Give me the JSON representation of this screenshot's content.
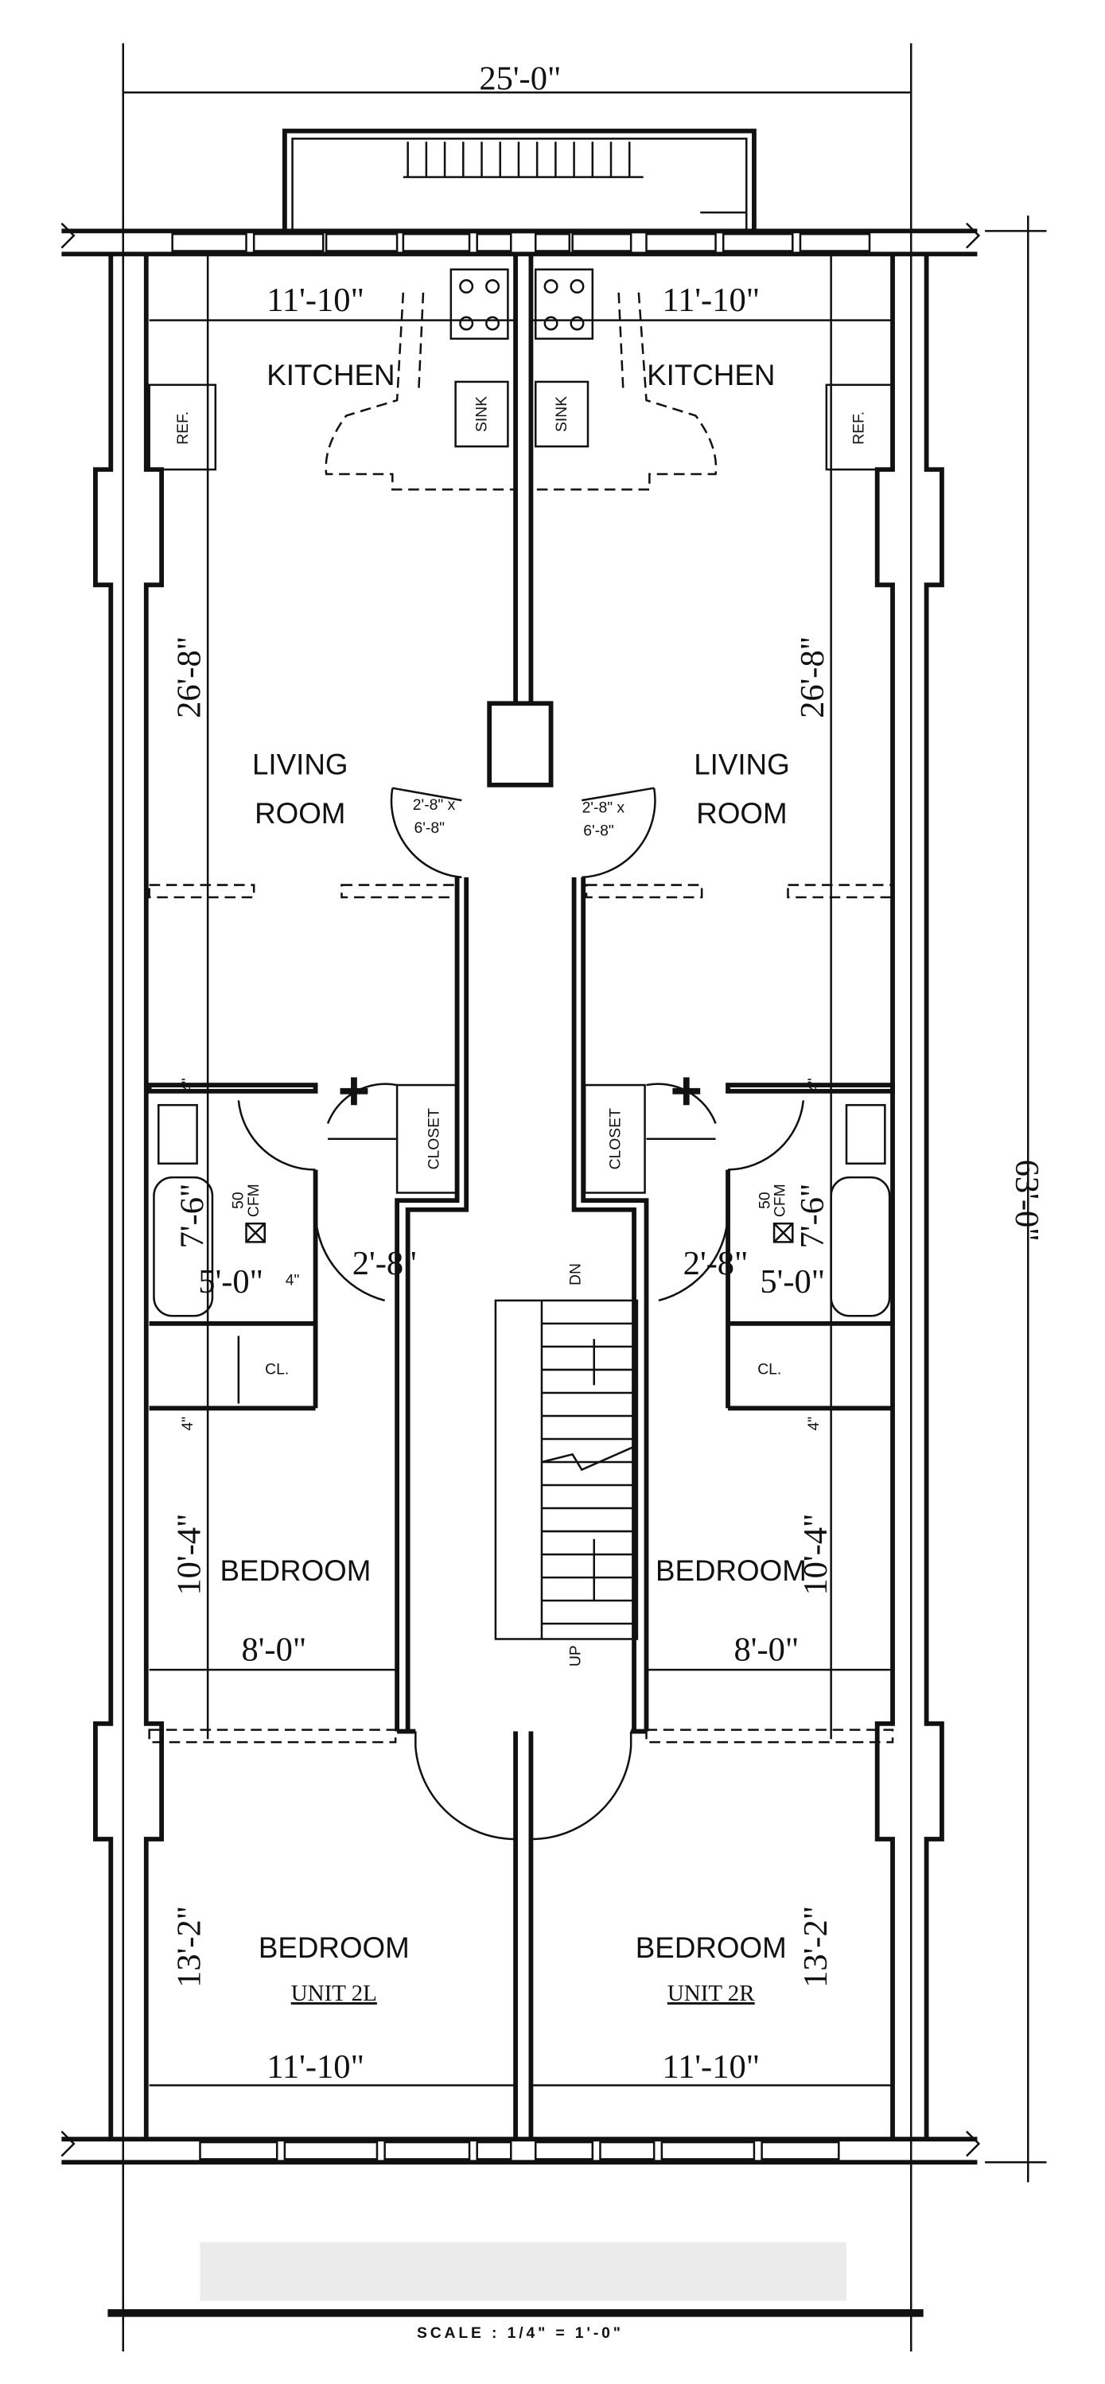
{
  "plan": {
    "overall_width": "25'-0\"",
    "overall_depth": "63'-0\"",
    "scale": "SCALE : 1/4\" = 1'-0\"",
    "stair_down": "DN",
    "stair_up": "UP"
  },
  "left_unit": {
    "unit": "UNIT 2L",
    "kitchen": "KITCHEN",
    "kitchen_width": "11'-10\"",
    "ref": "REF.",
    "sink": "SINK",
    "living_1": "LIVING",
    "living_2": "ROOM",
    "living_depth": "26'-8\"",
    "door_1": "2'-8\" x",
    "door_2": "6'-8\"",
    "closet": "CLOSET",
    "fan_1": "50",
    "fan_2": "CFM",
    "bath_len": "7'-6\"",
    "bath_w": "5'-0\"",
    "bath_gap": "4\"",
    "bath_door": "2'-8\"",
    "cl": "CL.",
    "wall_4a": "4\"",
    "wall_4b": "4\"",
    "bedroom_front": "BEDROOM",
    "bedroom_front_depth": "10'-4\"",
    "bedroom_front_width": "8'-0\"",
    "bedroom_rear": "BEDROOM",
    "bedroom_rear_depth": "13'-2\"",
    "bedroom_rear_width": "11'-10\""
  },
  "right_unit": {
    "unit": "UNIT 2R",
    "kitchen": "KITCHEN",
    "kitchen_width": "11'-10\"",
    "ref": "REF.",
    "sink": "SINK",
    "living_1": "LIVING",
    "living_2": "ROOM",
    "living_depth": "26'-8\"",
    "door_1": "2'-8\" x",
    "door_2": "6'-8\"",
    "closet": "CLOSET",
    "fan_1": "50",
    "fan_2": "CFM",
    "bath_len": "7'-6\"",
    "bath_w": "5'-0\"",
    "bath_door": "2'-8\"",
    "cl": "CL.",
    "wall_4a": "4\"",
    "wall_4b": "4\"",
    "bedroom_front": "BEDROOM",
    "bedroom_front_depth": "10'-4\"",
    "bedroom_front_width": "8'-0\"",
    "bedroom_rear": "BEDROOM",
    "bedroom_rear_depth": "13'-2\"",
    "bedroom_rear_width": "11'-10\""
  },
  "colors": {
    "ink": "#111111",
    "redaction": "#ebebeb"
  }
}
